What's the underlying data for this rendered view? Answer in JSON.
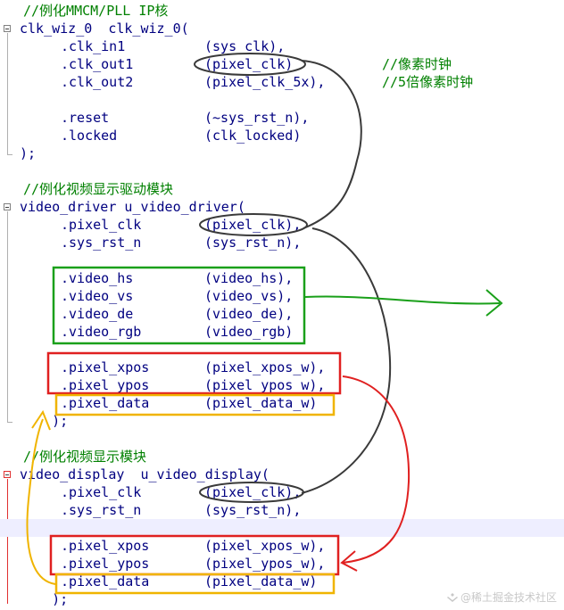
{
  "lines": [
    {
      "name": "comment-mmcm",
      "text": "//例化MMCM/PLL IP核",
      "comment": true
    },
    {
      "name": "clk-wiz-decl",
      "text": "clk_wiz_0  clk_wiz_0("
    },
    {
      "name": "port-clk-in1",
      "port": ".clk_in1",
      "sig": "(sys_clk),"
    },
    {
      "name": "port-clk-out1",
      "port": ".clk_out1",
      "sig": "(pixel_clk)",
      "note": "//像素时钟"
    },
    {
      "name": "port-clk-out2",
      "port": ".clk_out2",
      "sig": "(pixel_clk_5x),",
      "note": "//5倍像素时钟"
    },
    {
      "name": "blank-1",
      "text": ""
    },
    {
      "name": "port-reset",
      "port": ".reset",
      "sig": "(~sys_rst_n),"
    },
    {
      "name": "port-locked",
      "port": ".locked",
      "sig": "(clk_locked)"
    },
    {
      "name": "close-clk-wiz",
      "text": ");"
    },
    {
      "name": "blank-2",
      "text": ""
    },
    {
      "name": "comment-driver",
      "text": "//例化视频显示驱动模块",
      "comment": true
    },
    {
      "name": "video-driver-decl",
      "text": "video_driver u_video_driver("
    },
    {
      "name": "drv-pixel-clk",
      "port": ".pixel_clk",
      "sig": "(pixel_clk),"
    },
    {
      "name": "drv-sys-rst",
      "port": ".sys_rst_n",
      "sig": "(sys_rst_n),"
    },
    {
      "name": "blank-3",
      "text": ""
    },
    {
      "name": "drv-video-hs",
      "port": ".video_hs",
      "sig": "(video_hs),"
    },
    {
      "name": "drv-video-vs",
      "port": ".video_vs",
      "sig": "(video_vs),"
    },
    {
      "name": "drv-video-de",
      "port": ".video_de",
      "sig": "(video_de),"
    },
    {
      "name": "drv-video-rgb",
      "port": ".video_rgb",
      "sig": "(video_rgb)"
    },
    {
      "name": "blank-4",
      "text": ""
    },
    {
      "name": "drv-pixel-xpos",
      "port": ".pixel_xpos",
      "sig": "(pixel_xpos_w),"
    },
    {
      "name": "drv-pixel-ypos",
      "port": ".pixel_ypos",
      "sig": "(pixel_ypos_w),"
    },
    {
      "name": "drv-pixel-data",
      "port": ".pixel_data",
      "sig": "(pixel_data_w)"
    },
    {
      "name": "close-driver",
      "text": "    );"
    },
    {
      "name": "blank-5",
      "text": ""
    },
    {
      "name": "comment-display",
      "text": "//例化视频显示模块",
      "comment": true
    },
    {
      "name": "video-display-decl",
      "text": "video_display  u_video_display("
    },
    {
      "name": "dsp-pixel-clk",
      "port": ".pixel_clk",
      "sig": "(pixel_clk),"
    },
    {
      "name": "dsp-sys-rst",
      "port": ".sys_rst_n",
      "sig": "(sys_rst_n),"
    },
    {
      "name": "blank-6",
      "text": "",
      "highlight": true
    },
    {
      "name": "dsp-pixel-xpos",
      "port": ".pixel_xpos",
      "sig": "(pixel_xpos_w),"
    },
    {
      "name": "dsp-pixel-ypos",
      "port": ".pixel_ypos",
      "sig": "(pixel_ypos_w),"
    },
    {
      "name": "dsp-pixel-data",
      "port": ".pixel_data",
      "sig": "(pixel_data_w)"
    },
    {
      "name": "close-display",
      "text": "    );"
    }
  ],
  "colors": {
    "keyword": "#000080",
    "comment": "#008000",
    "annotation_black": "#3a3a3a",
    "annotation_green": "#1aa01a",
    "annotation_red": "#e02020",
    "annotation_orange": "#f0b400",
    "fold_red": "#e03030"
  },
  "watermark": "@稀土掘金技术社区"
}
